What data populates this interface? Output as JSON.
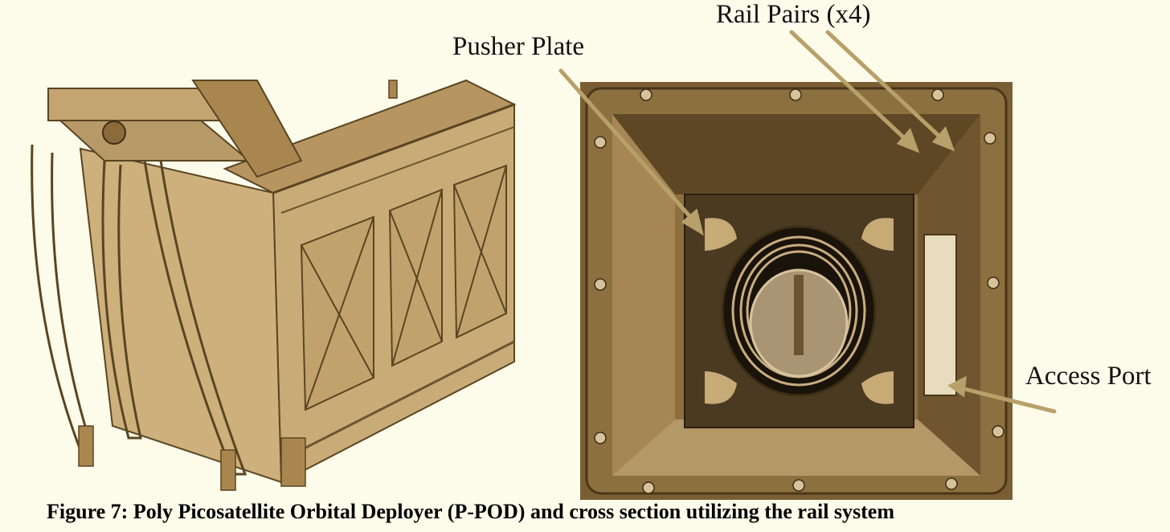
{
  "figure": {
    "caption": "Figure 7: Poly Picosatellite Orbital Deployer (P-POD) and cross section utilizing the rail system",
    "left_panel": {
      "image": "ppod-3d-render"
    },
    "right_panel": {
      "image": "ppod-cross-section-photo"
    },
    "callouts": {
      "pusher_plate": "Pusher Plate",
      "rail_pairs": "Rail Pairs (x4)",
      "access_port": "Access Port"
    },
    "colors": {
      "background": "#fdfbea",
      "render_tone": "#b89968",
      "photo_tone": "#8a6d3e",
      "arrow": "#b8a06a"
    }
  }
}
